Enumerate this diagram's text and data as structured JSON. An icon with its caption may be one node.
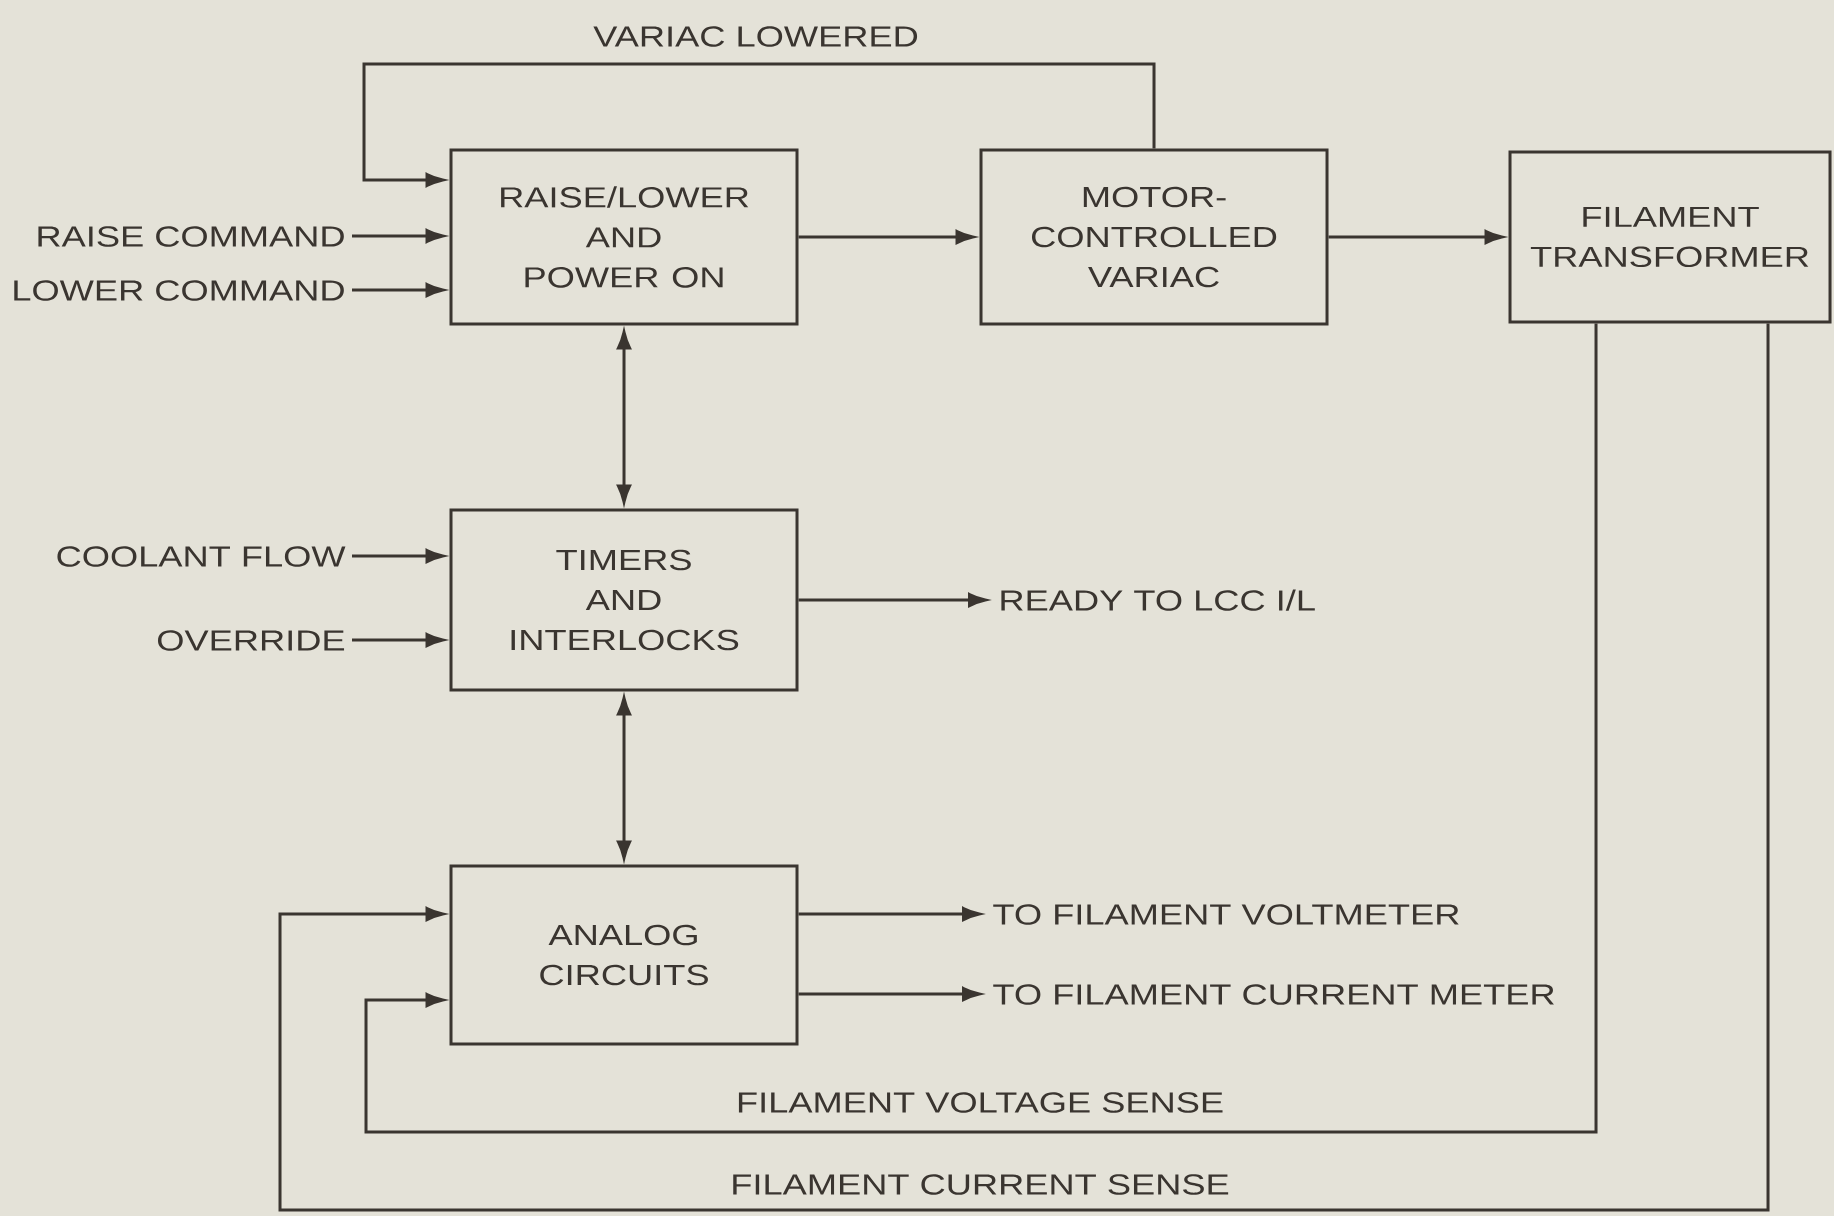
{
  "diagram": {
    "nodes": [
      {
        "text": [
          "RAISE/LOWER AND POWER ON"
        ]
      },
      {
        "text": [
          "MOTOR-CONTROLLED VARIAC"
        ]
      },
      {
        "text": [
          "FILAMENT TRANSFORMER"
        ]
      },
      {
        "text": [
          "RAISE COMMAND"
        ]
      },
      {
        "text": [
          "LOWER COMMAND"
        ]
      },
      {
        "text": [
          "TIMERS AND INTERLOCKS"
        ]
      },
      {
        "text": [
          "COOLANT FLOW"
        ]
      },
      {
        "text": [
          "OVERRIDE"
        ]
      },
      {
        "text": [
          "READY TO LCC I/L"
        ]
      },
      {
        "text": [
          "ANALOG CIRCUITS"
        ]
      },
      {
        "text": [
          "TO FILAMENT VOLTMETER"
        ]
      },
      {
        "text": [
          "TO FILAMENT CURRENT METER"
        ]
      }
    ],
    "edges": [
      {
        "from": 1,
        "to": 0,
        "arrow": "to",
        "label": "VARIAC LOWERED"
      },
      {
        "from": 3,
        "to": 0,
        "arrow": "to"
      },
      {
        "from": 4,
        "to": 0,
        "arrow": "to"
      },
      {
        "from": 0,
        "to": 1,
        "arrow": "to"
      },
      {
        "from": 1,
        "to": 2,
        "arrow": "to"
      },
      {
        "from": 0,
        "to": 5,
        "arrow": "both"
      },
      {
        "from": 6,
        "to": 5,
        "arrow": "to"
      },
      {
        "from": 7,
        "to": 5,
        "arrow": "to"
      },
      {
        "from": 5,
        "to": 8,
        "arrow": "to"
      },
      {
        "from": 5,
        "to": 9,
        "arrow": "both"
      },
      {
        "from": 9,
        "to": 10,
        "arrow": "to"
      },
      {
        "from": 9,
        "to": 11,
        "arrow": "to"
      },
      {
        "from": 2,
        "to": 9,
        "arrow": "to",
        "label": "FILAMENT VOLTAGE SENSE"
      },
      {
        "from": 2,
        "to": 9,
        "arrow": "to",
        "label": "FILAMENT CURRENT SENSE"
      }
    ]
  }
}
